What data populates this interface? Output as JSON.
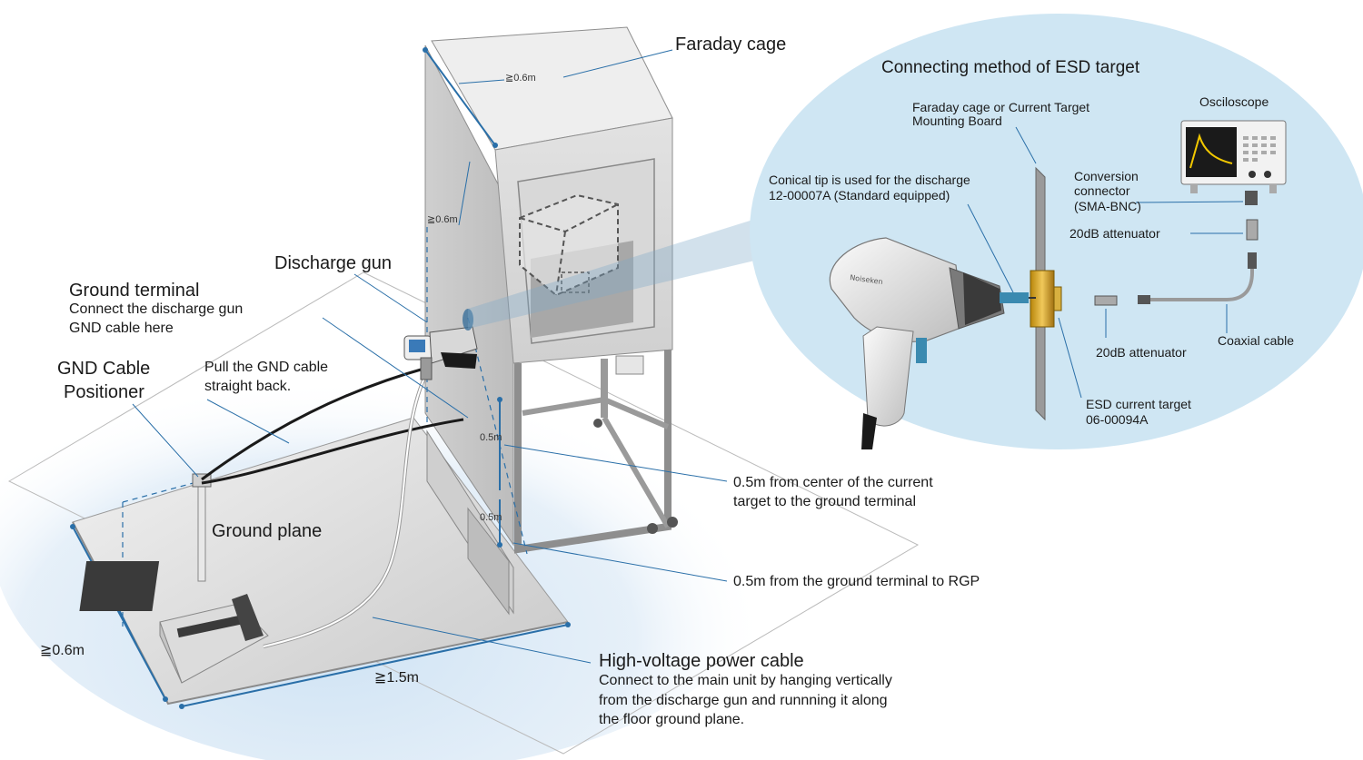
{
  "labels": {
    "faraday_cage": "Faraday cage",
    "discharge_gun": "Discharge gun",
    "ground_terminal_title": "Ground terminal",
    "ground_terminal_desc_1": "Connect the discharge gun",
    "ground_terminal_desc_2": "GND cable here",
    "gnd_positioner_1": "GND Cable",
    "gnd_positioner_2": "Positioner",
    "pull_cable_1": "Pull the GND cable",
    "pull_cable_2": "straight back.",
    "ground_plane": "Ground plane",
    "dist_center_1": "0.5m from center of the current",
    "dist_center_2": "target to the ground terminal",
    "dist_rgp": "0.5m from the ground terminal to RGP",
    "hv_cable_title": "High-voltage power cable",
    "hv_cable_desc_1": "Connect to the main unit by hanging vertically",
    "hv_cable_desc_2": "from the discharge gun and runnning it along",
    "hv_cable_desc_3": "the floor ground plane.",
    "dim_06_top": "≧0.6m",
    "dim_06_side": "≧0.6m",
    "dim_05_a": "0.5m",
    "dim_05_b": "0.5m",
    "dim_06_floor": "≧0.6m",
    "dim_15_floor": "≧1.5m"
  },
  "inset": {
    "title": "Connecting method of ESD target",
    "mount_board_1": "Faraday cage or Current Target",
    "mount_board_2": "Mounting Board",
    "conical_tip_1": "Conical tip is used for the discharge",
    "conical_tip_2": "12-00007A (Standard equipped)",
    "oscilloscope": "Osciloscope",
    "conversion_1": "Conversion",
    "conversion_2": "connector",
    "conversion_3": "(SMA-BNC)",
    "attenuator_top": "20dB attenuator",
    "attenuator_bottom": "20dB attenuator",
    "coaxial": "Coaxial cable",
    "target_1": "ESD current target",
    "target_2": "06-00094A"
  },
  "colors": {
    "leader": "#2a6fa8",
    "inset_bg": "#cfe6f3",
    "floor_glow": "#d8e9f6",
    "cage_light": "#e9e9e9",
    "cage_mid": "#c9c9c9",
    "cage_dark": "#a8a8a8"
  },
  "icons": [
    "discharge-gun-icon",
    "oscilloscope-icon",
    "attenuator-icon",
    "current-target-icon",
    "faraday-cage-icon"
  ]
}
